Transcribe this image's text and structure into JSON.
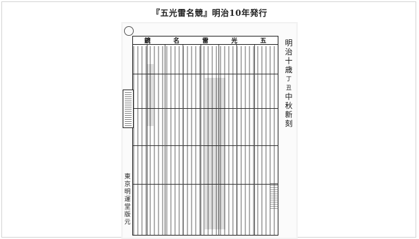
{
  "caption": "『五光雷名競』明治10年発行",
  "document": {
    "header_chars": [
      "鏡",
      "名",
      "雷",
      "光",
      "五"
    ],
    "vertical_title": [
      "明",
      "治",
      "十",
      "歳",
      "丁",
      "丑",
      "中",
      "秋",
      "新",
      "刻"
    ],
    "left_note": [
      "東",
      "京",
      "明",
      "運",
      "堂",
      "版",
      "元"
    ]
  }
}
